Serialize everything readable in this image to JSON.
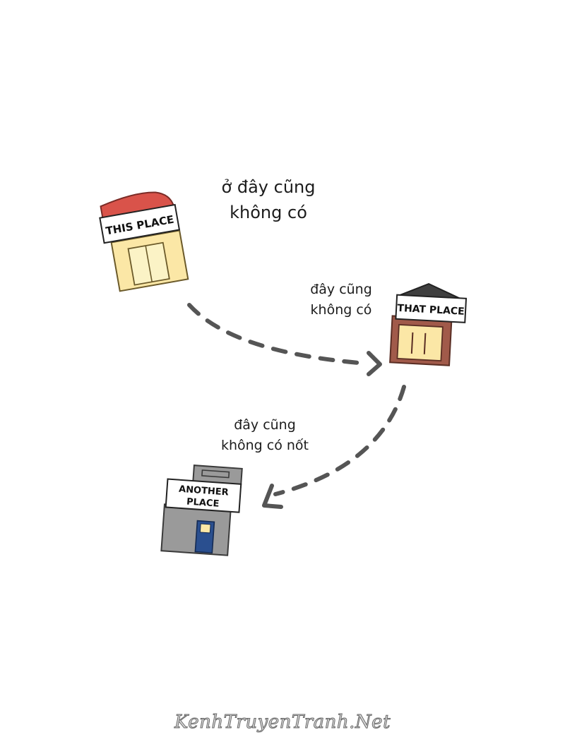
{
  "captions": {
    "first": {
      "line1": "ở đây cũng",
      "line2": "không có"
    },
    "second": {
      "line1": "đây cũng",
      "line2": "không có"
    },
    "third": {
      "line1": "đây cũng",
      "line2": "không có nốt"
    }
  },
  "buildings": {
    "this_place": {
      "sign": "THIS PLACE",
      "roof_color": "#d9534a",
      "wall_color": "#fbe7a6"
    },
    "that_place": {
      "sign": "THAT PLACE",
      "roof_color": "#3f3f3f",
      "wall_color": "#a15a4a"
    },
    "another_place": {
      "sign_line1": "ANOTHER",
      "sign_line2": "PLACE",
      "wall_color": "#9a9a9a",
      "door_color": "#2a4f8f"
    }
  },
  "arrow_color": "#555555",
  "watermark": "KenhTruyenTranh.Net"
}
